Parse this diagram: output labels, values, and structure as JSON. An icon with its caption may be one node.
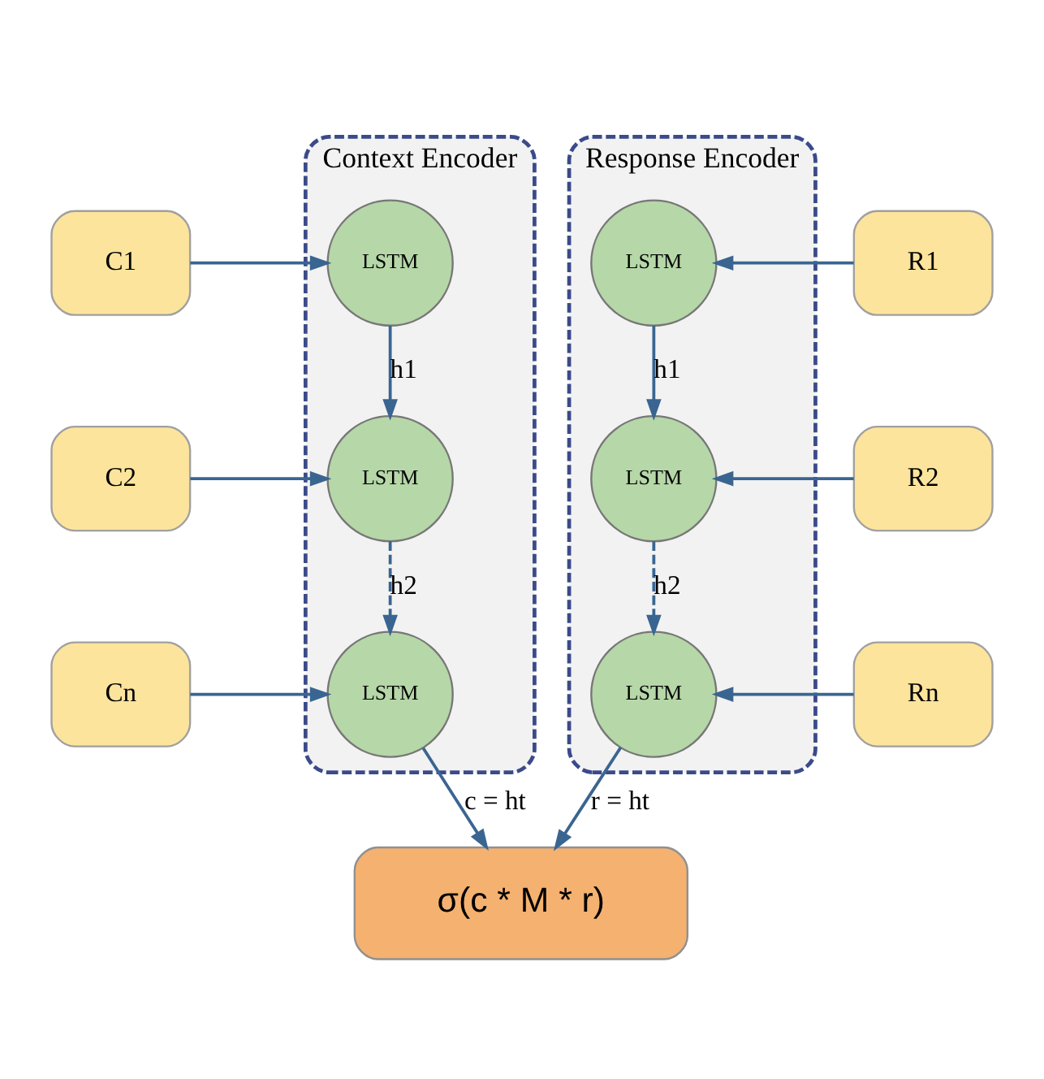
{
  "diagram": {
    "nodes": [
      {
        "text": [
          "Context Encoder"
        ]
      },
      {
        "text": [
          "LSTM"
        ],
        "in": 0
      },
      {
        "text": [
          "LSTM"
        ],
        "in": 0
      },
      {
        "text": [
          "LSTM"
        ],
        "in": 0
      },
      {
        "text": [
          "Response Encoder"
        ]
      },
      {
        "text": [
          "LSTM"
        ],
        "in": 4
      },
      {
        "text": [
          "LSTM"
        ],
        "in": 4
      },
      {
        "text": [
          "LSTM"
        ],
        "in": 4
      },
      {
        "text": [
          "C1"
        ]
      },
      {
        "text": [
          "C2"
        ]
      },
      {
        "text": [
          "Cn"
        ]
      },
      {
        "text": [
          "R1"
        ]
      },
      {
        "text": [
          "R2"
        ]
      },
      {
        "text": [
          "Rn"
        ]
      },
      {
        "text": [
          "σ(c * M * r)"
        ]
      }
    ],
    "edges": [
      {
        "from": 8,
        "to": 1,
        "arrow": "to"
      },
      {
        "from": 11,
        "to": 5,
        "arrow": "to"
      },
      {
        "from": 1,
        "to": 2,
        "arrow": "to",
        "label": "h1"
      },
      {
        "from": 5,
        "to": 6,
        "arrow": "to",
        "label": "h1"
      },
      {
        "from": 9,
        "to": 2,
        "arrow": "to"
      },
      {
        "from": 12,
        "to": 6,
        "arrow": "to"
      },
      {
        "from": 2,
        "to": 3,
        "arrow": "to",
        "label": "h2",
        "style": "dashed"
      },
      {
        "from": 6,
        "to": 7,
        "arrow": "to",
        "label": "h2",
        "style": "dashed"
      },
      {
        "from": 10,
        "to": 3,
        "arrow": "to"
      },
      {
        "from": 13,
        "to": 7,
        "arrow": "to"
      },
      {
        "from": 3,
        "to": 14,
        "arrow": "to",
        "label": "c = ht"
      },
      {
        "from": 7,
        "to": 14,
        "arrow": "to",
        "label": "r = ht"
      }
    ]
  }
}
